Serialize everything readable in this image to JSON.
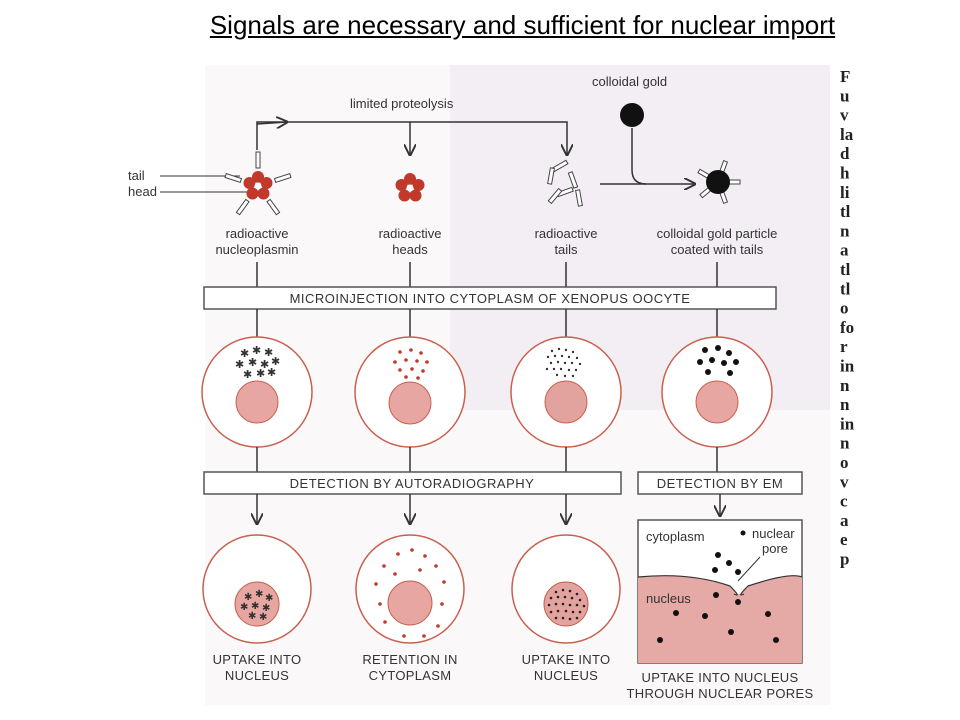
{
  "slide_title": "Signals are necessary and sufficient for nuclear import",
  "figure": {
    "limited_proteolysis": "limited proteolysis",
    "colloidal_gold": "colloidal gold",
    "tail_label": "tail",
    "head_label": "head",
    "sources": [
      {
        "line1": "radioactive",
        "line2": "nucleoplasmin"
      },
      {
        "line1": "radioactive",
        "line2": "heads"
      },
      {
        "line1": "radioactive",
        "line2": "tails"
      },
      {
        "line1": "colloidal gold particle",
        "line2": "coated with tails"
      }
    ],
    "microinjection_box": "MICROINJECTION INTO CYTOPLASM OF XENOPUS OOCYTE",
    "detection_autoradiography": "DETECTION BY AUTORADIOGRAPHY",
    "detection_em": "DETECTION BY EM",
    "em_panel": {
      "cytoplasm": "cytoplasm",
      "nuclear_pore_line1": "nuclear",
      "nuclear_pore_line2": "pore",
      "nucleus": "nucleus"
    },
    "results": [
      {
        "line1": "UPTAKE INTO",
        "line2": "NUCLEUS"
      },
      {
        "line1": "RETENTION IN",
        "line2": "CYTOPLASM"
      },
      {
        "line1": "UPTAKE INTO",
        "line2": "NUCLEUS"
      },
      {
        "line1": "UPTAKE INTO NUCLEUS",
        "line2": "THROUGH NUCLEAR PORES"
      }
    ],
    "margin_letters": [
      "F",
      "u",
      "v",
      "la",
      "d",
      "h",
      "li",
      "tl",
      "n",
      "a",
      "tl",
      "tl",
      "o",
      "fo",
      "r",
      "in",
      "n",
      "n",
      "in",
      "n",
      "o",
      "v",
      "c",
      "a",
      "e",
      "p"
    ]
  },
  "colors": {
    "outline": "#c8604e",
    "nucleus_fill": "#e8a6a2",
    "head_fill": "#c0392b",
    "em_nucleus_fill": "#e5a9a6"
  }
}
